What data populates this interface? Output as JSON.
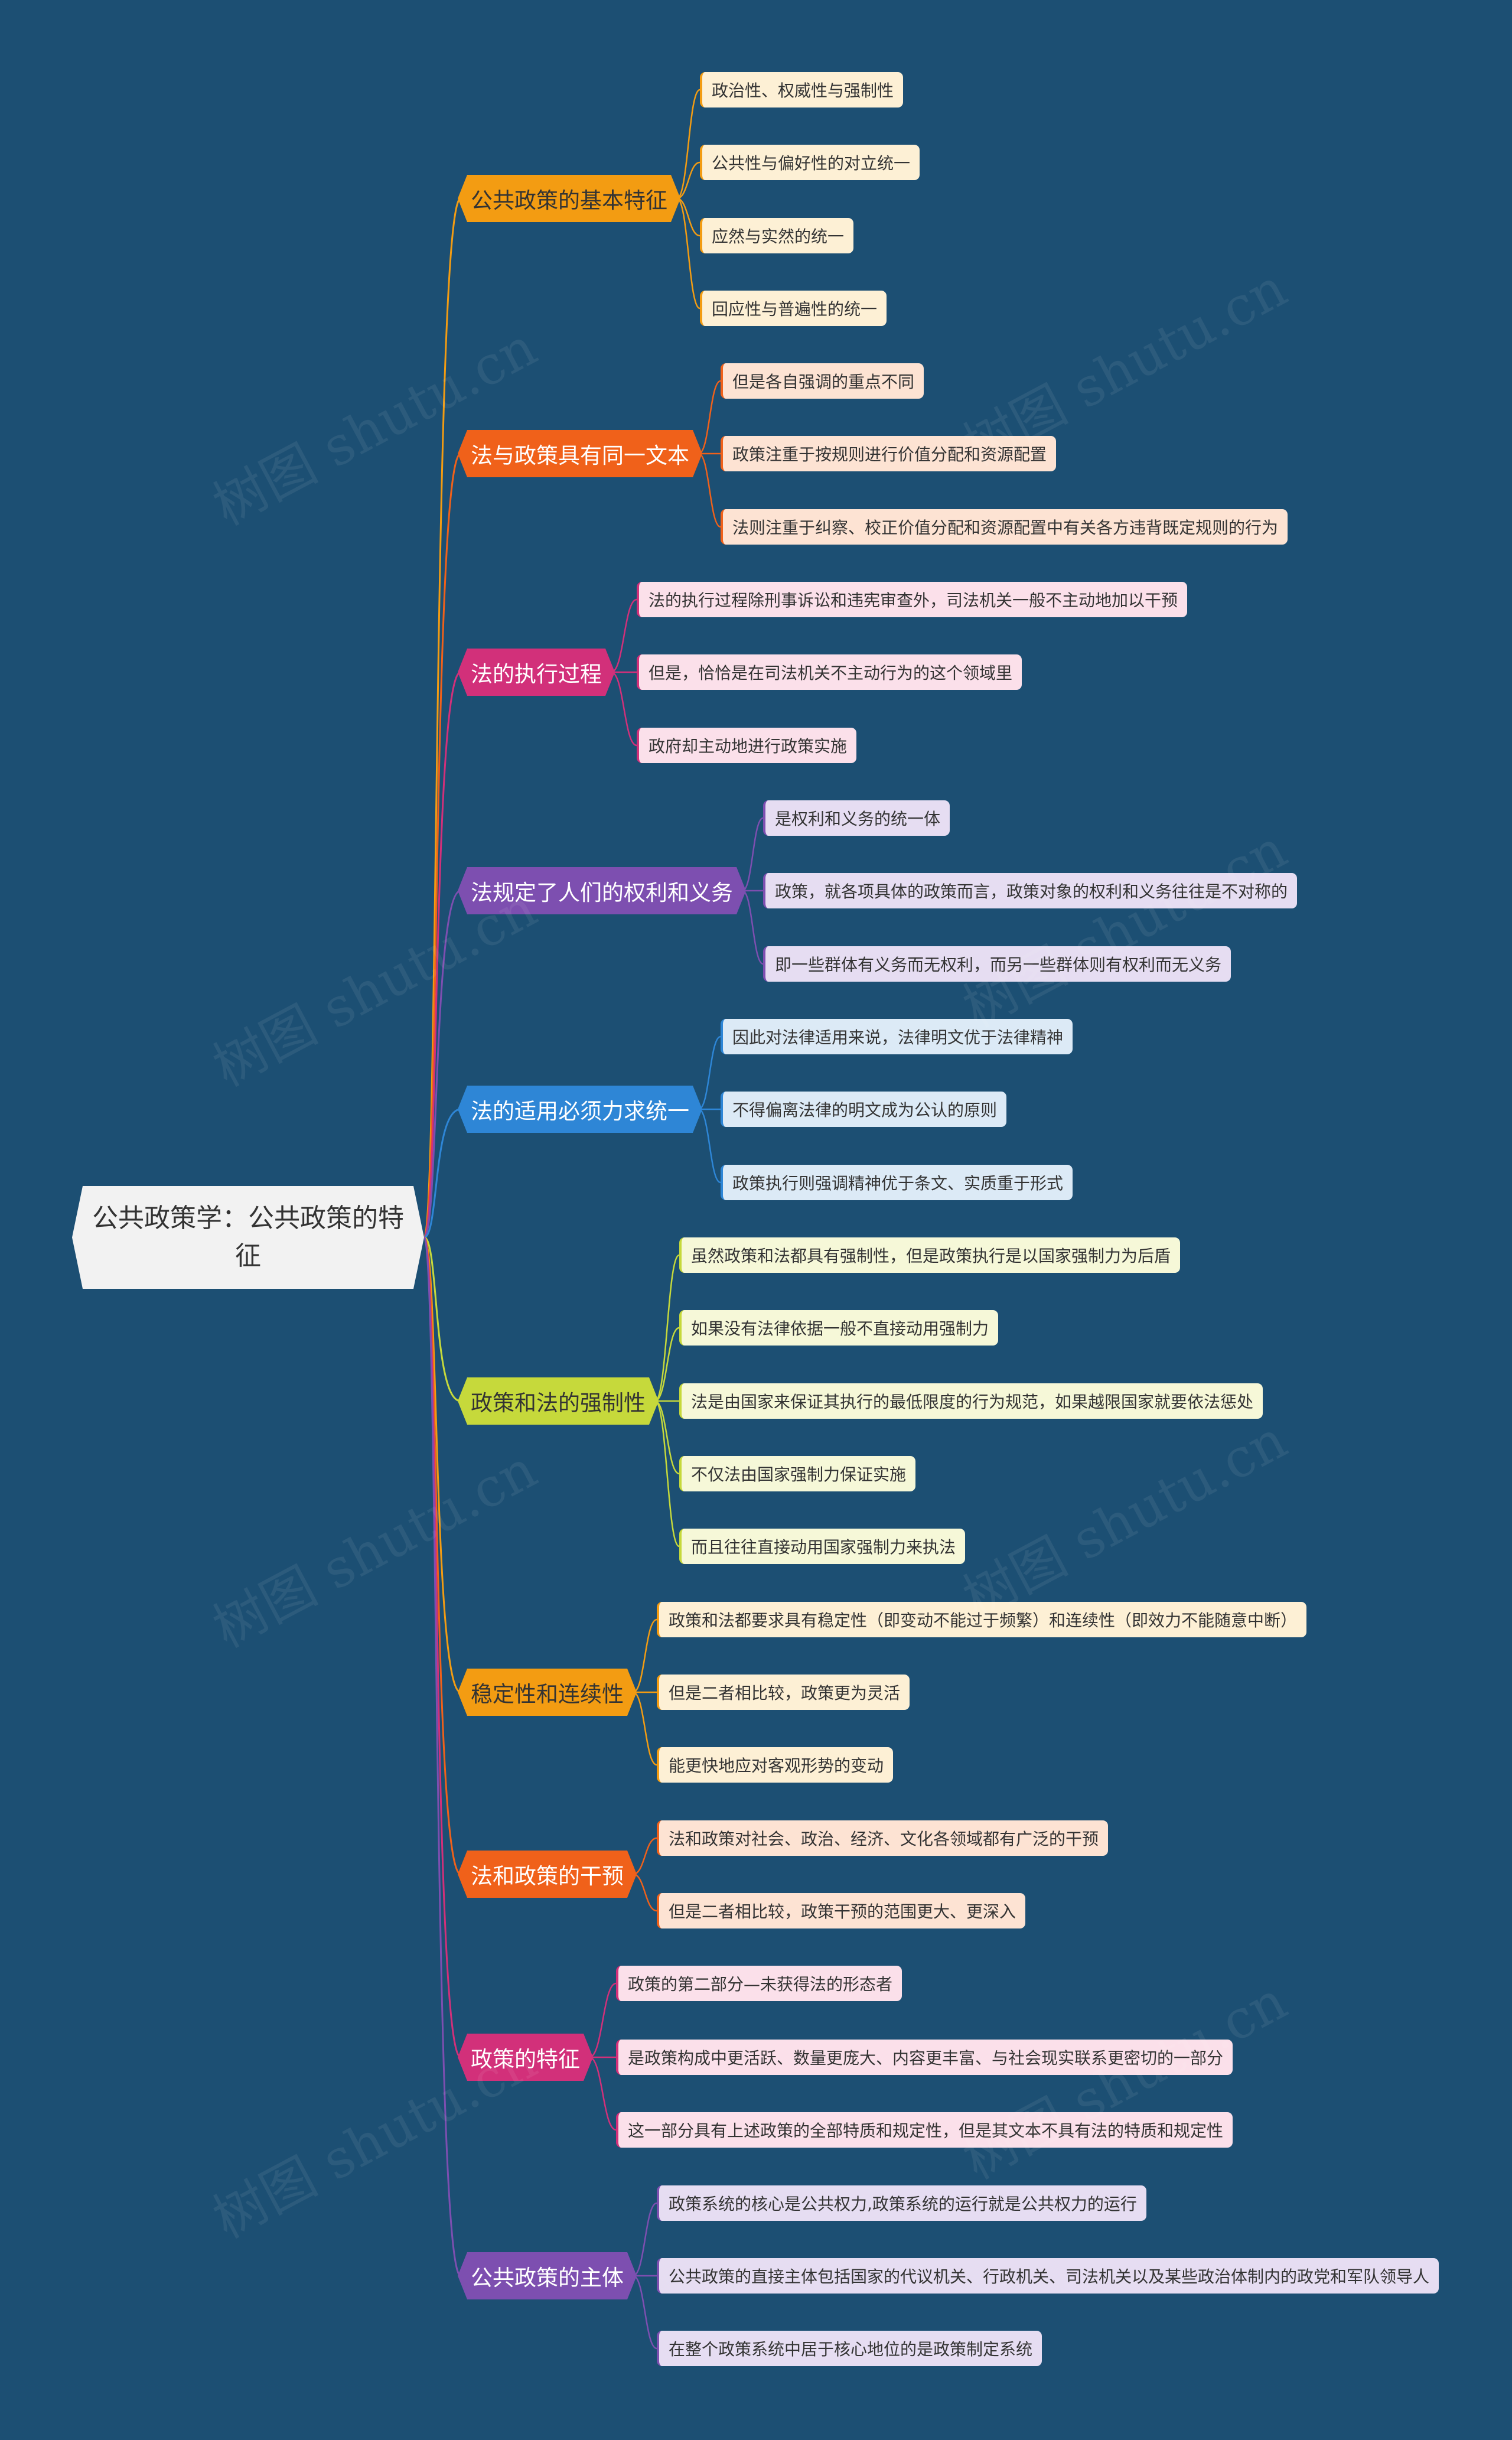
{
  "root": {
    "title": "公共政策学：公共政策的特征"
  },
  "watermark": "树图 shutu.cn",
  "colors": {
    "background": "#1c4f73",
    "root": "#f2f2f2"
  },
  "branches": [
    {
      "label": "公共政策的基本特征",
      "color": "#f39c12",
      "text": "#333333",
      "leafBg": "#fdf0d5",
      "children": [
        "政治性、权威性与强制性",
        "公共性与偏好性的对立统一",
        "应然与实然的统一",
        "回应性与普遍性的统一"
      ]
    },
    {
      "label": "法与政策具有同一文本",
      "color": "#f0611a",
      "text": "#ffffff",
      "leafBg": "#fde3d3",
      "children": [
        "但是各自强调的重点不同",
        "政策注重于按规则进行价值分配和资源配置",
        "法则注重于纠察、校正价值分配和资源配置中有关各方违背既定规则的行为"
      ]
    },
    {
      "label": "法的执行过程",
      "color": "#d2307a",
      "text": "#ffffff",
      "leafBg": "#fbe0ea",
      "children": [
        "法的执行过程除刑事诉讼和违宪审查外，司法机关一般不主动地加以干预",
        "但是，恰恰是在司法机关不主动行为的这个领域里",
        "政府却主动地进行政策实施"
      ]
    },
    {
      "label": "法规定了人们的权利和义务",
      "color": "#7d4fb0",
      "text": "#ffffff",
      "leafBg": "#e6ddf2",
      "children": [
        "是权利和义务的统一体",
        "政策，就各项具体的政策而言，政策对象的权利和义务往往是不对称的",
        "即一些群体有义务而无权利，而另一些群体则有权利而无义务"
      ]
    },
    {
      "label": "法的适用必须力求统一",
      "color": "#2e86d6",
      "text": "#ffffff",
      "leafBg": "#dceaf6",
      "children": [
        "因此对法律适用来说，法律明文优于法律精神",
        "不得偏离法律的明文成为公认的原则",
        "政策执行则强调精神优于条文、实质重于形式"
      ]
    },
    {
      "label": "政策和法的强制性",
      "color": "#c6d93b",
      "text": "#333333",
      "leafBg": "#f6f8d8",
      "children": [
        "虽然政策和法都具有强制性，但是政策执行是以国家强制力为后盾",
        "如果没有法律依据一般不直接动用强制力",
        "法是由国家来保证其执行的最低限度的行为规范，如果越限国家就要依法惩处",
        "不仅法由国家强制力保证实施",
        "而且往往直接动用国家强制力来执法"
      ]
    },
    {
      "label": "稳定性和连续性",
      "color": "#f39c12",
      "text": "#333333",
      "leafBg": "#fdf0d5",
      "children": [
        "政策和法都要求具有稳定性（即变动不能过于频繁）和连续性（即效力不能随意中断）",
        "但是二者相比较，政策更为灵活",
        "能更快地应对客观形势的变动"
      ]
    },
    {
      "label": "法和政策的干预",
      "color": "#f0611a",
      "text": "#ffffff",
      "leafBg": "#fde3d3",
      "children": [
        "法和政策对社会、政治、经济、文化各领域都有广泛的干预",
        "但是二者相比较，政策干预的范围更大、更深入"
      ]
    },
    {
      "label": "政策的特征",
      "color": "#d2307a",
      "text": "#ffffff",
      "leafBg": "#fbe0ea",
      "children": [
        "政策的第二部分—未获得法的形态者",
        "是政策构成中更活跃、数量更庞大、内容更丰富、与社会现实联系更密切的一部分",
        "这一部分具有上述政策的全部特质和规定性，但是其文本不具有法的特质和规定性"
      ]
    },
    {
      "label": "公共政策的主体",
      "color": "#7d4fb0",
      "text": "#ffffff",
      "leafBg": "#e6ddf2",
      "children": [
        "政策系统的核心是公共权力,政策系统的运行就是公共权力的运行",
        "公共政策的直接主体包括国家的代议机关、行政机关、司法机关以及某些政治体制内的政党和军队领导人",
        "在整个政策系统中居于核心地位的是政策制定系统"
      ]
    }
  ]
}
